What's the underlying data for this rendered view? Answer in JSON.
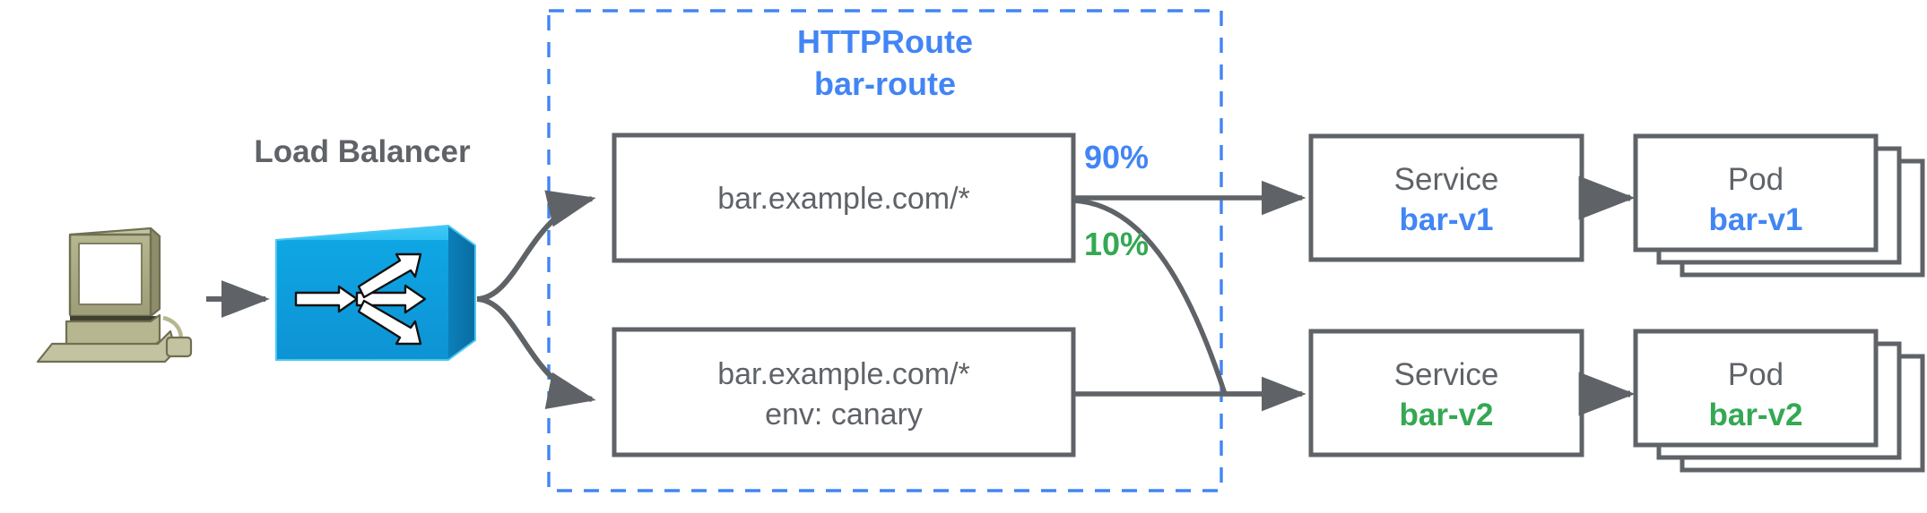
{
  "diagram": {
    "title_label": "Load Balancer",
    "boundary": {
      "kind_label": "HTTPRoute",
      "name_label": "bar-route",
      "style": "dashed",
      "color": "#4285f4"
    },
    "colors": {
      "blue": "#4285f4",
      "green": "#34a853",
      "gray": "#5f6368",
      "lb_blue_face": "#0f9ee0",
      "lb_blue_top": "#33c3f5",
      "lb_blue_side": "#0877ab",
      "workstation": "#a8a882"
    },
    "client": {
      "icon": "workstation-icon",
      "label": ""
    },
    "load_balancer": {
      "icon": "load-balancer-switch-icon",
      "label": "Load Balancer"
    },
    "rules": [
      {
        "id": "rule-primary",
        "lines": [
          "bar.example.com/*"
        ]
      },
      {
        "id": "rule-canary",
        "lines": [
          "bar.example.com/*",
          "env: canary"
        ]
      }
    ],
    "weights": [
      {
        "label": "90%",
        "color": "#4285f4",
        "target": "bar-v1"
      },
      {
        "label": "10%",
        "color": "#34a853",
        "target": "bar-v2"
      }
    ],
    "backends": [
      {
        "service": {
          "kind_label": "Service",
          "name_label": "bar-v1",
          "color": "#4285f4"
        },
        "pods": {
          "kind_label": "Pod",
          "name_label": "bar-v1",
          "color": "#4285f4",
          "stack_count": 3
        }
      },
      {
        "service": {
          "kind_label": "Service",
          "name_label": "bar-v2",
          "color": "#34a853"
        },
        "pods": {
          "kind_label": "Pod",
          "name_label": "bar-v2",
          "color": "#34a853",
          "stack_count": 3
        }
      }
    ]
  }
}
